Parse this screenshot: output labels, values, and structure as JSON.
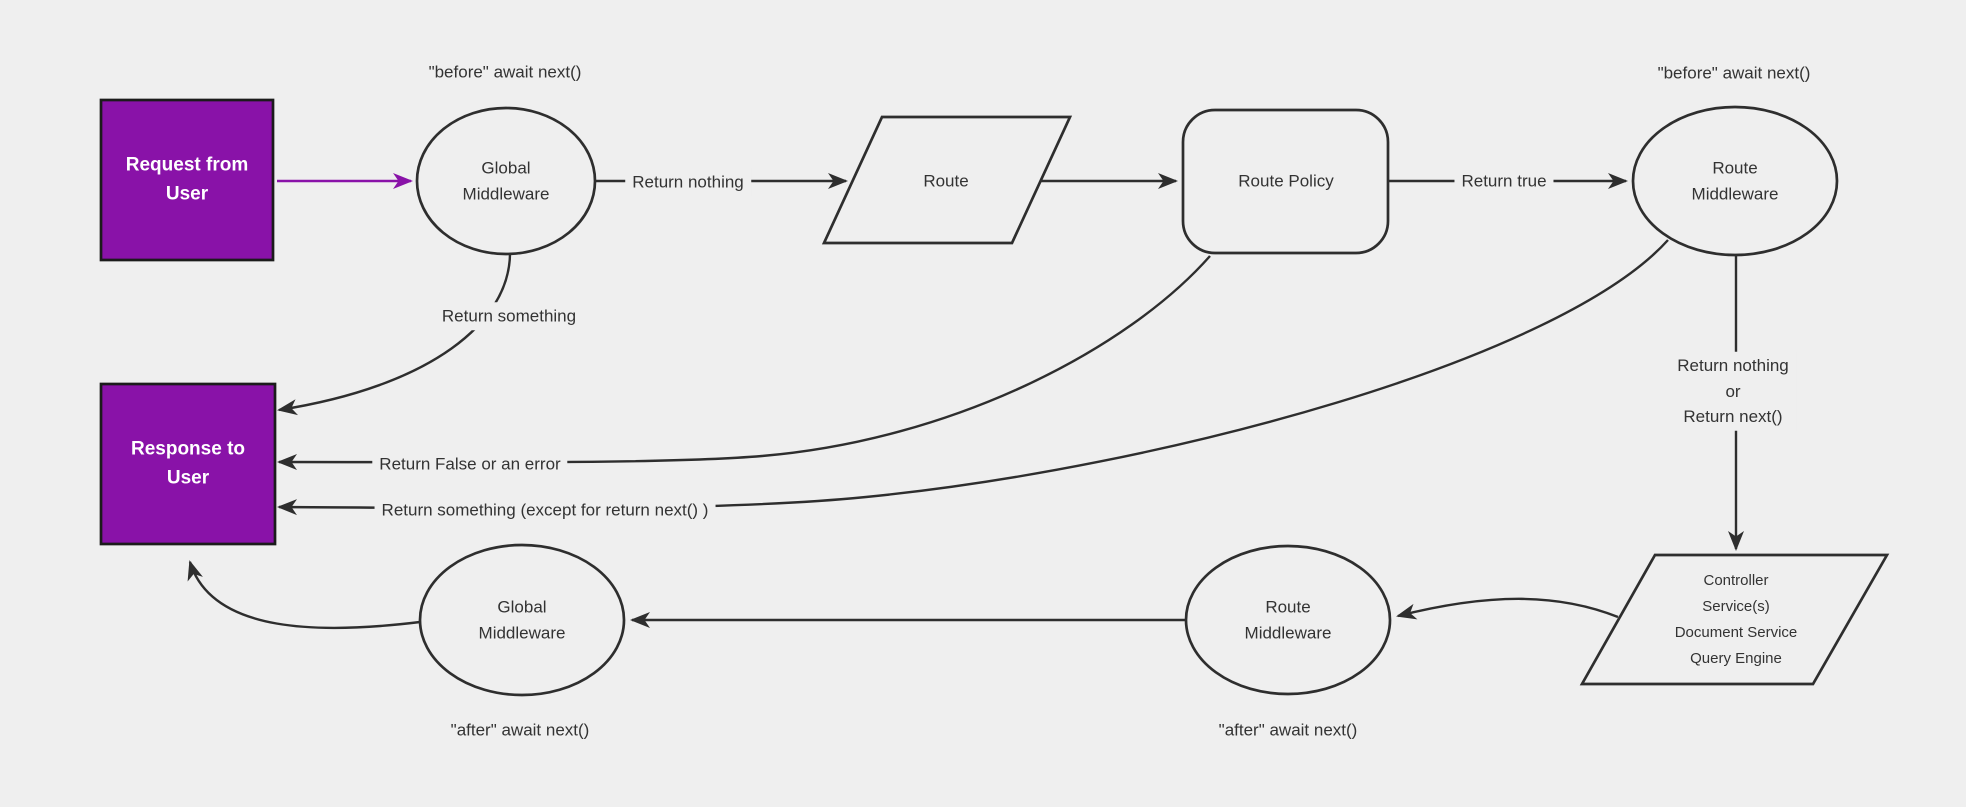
{
  "diagram": {
    "colors": {
      "bg": "#efefef",
      "accent": "#8912a8",
      "accentBorder": "#1b1b1b",
      "stroke": "#2e2e2e",
      "text": "#333333",
      "boxText": "#ffffff"
    },
    "nodes": {
      "request": {
        "label": "Request from\nUser"
      },
      "globalMiddlewareTop": {
        "label": "Global\nMiddleware"
      },
      "route": {
        "label": "Route"
      },
      "routePolicy": {
        "label": "Route Policy"
      },
      "routeMiddlewareTop": {
        "label": "Route\nMiddleware"
      },
      "controller": {
        "label": "Controller\nService(s)\nDocument Service\nQuery Engine"
      },
      "routeMiddlewareBottom": {
        "label": "Route\nMiddleware"
      },
      "globalMiddlewareBottom": {
        "label": "Global\nMiddleware"
      },
      "response": {
        "label": "Response to\nUser"
      }
    },
    "edgeLabels": {
      "returnNothing": "Return nothing",
      "returnTrue": "Return true",
      "returnNothingOrNext": "Return nothing\nor\nReturn next()",
      "returnSomething": "Return something",
      "returnFalse": "Return False or an error",
      "returnSomethingExcept": "Return something (except for return next() )"
    },
    "annotations": {
      "beforeAwaitLeft": "\"before\" await next()",
      "beforeAwaitRight": "\"before\" await next()",
      "afterAwaitLeft": "\"after\" await next()",
      "afterAwaitRight": "\"after\" await next()"
    }
  }
}
